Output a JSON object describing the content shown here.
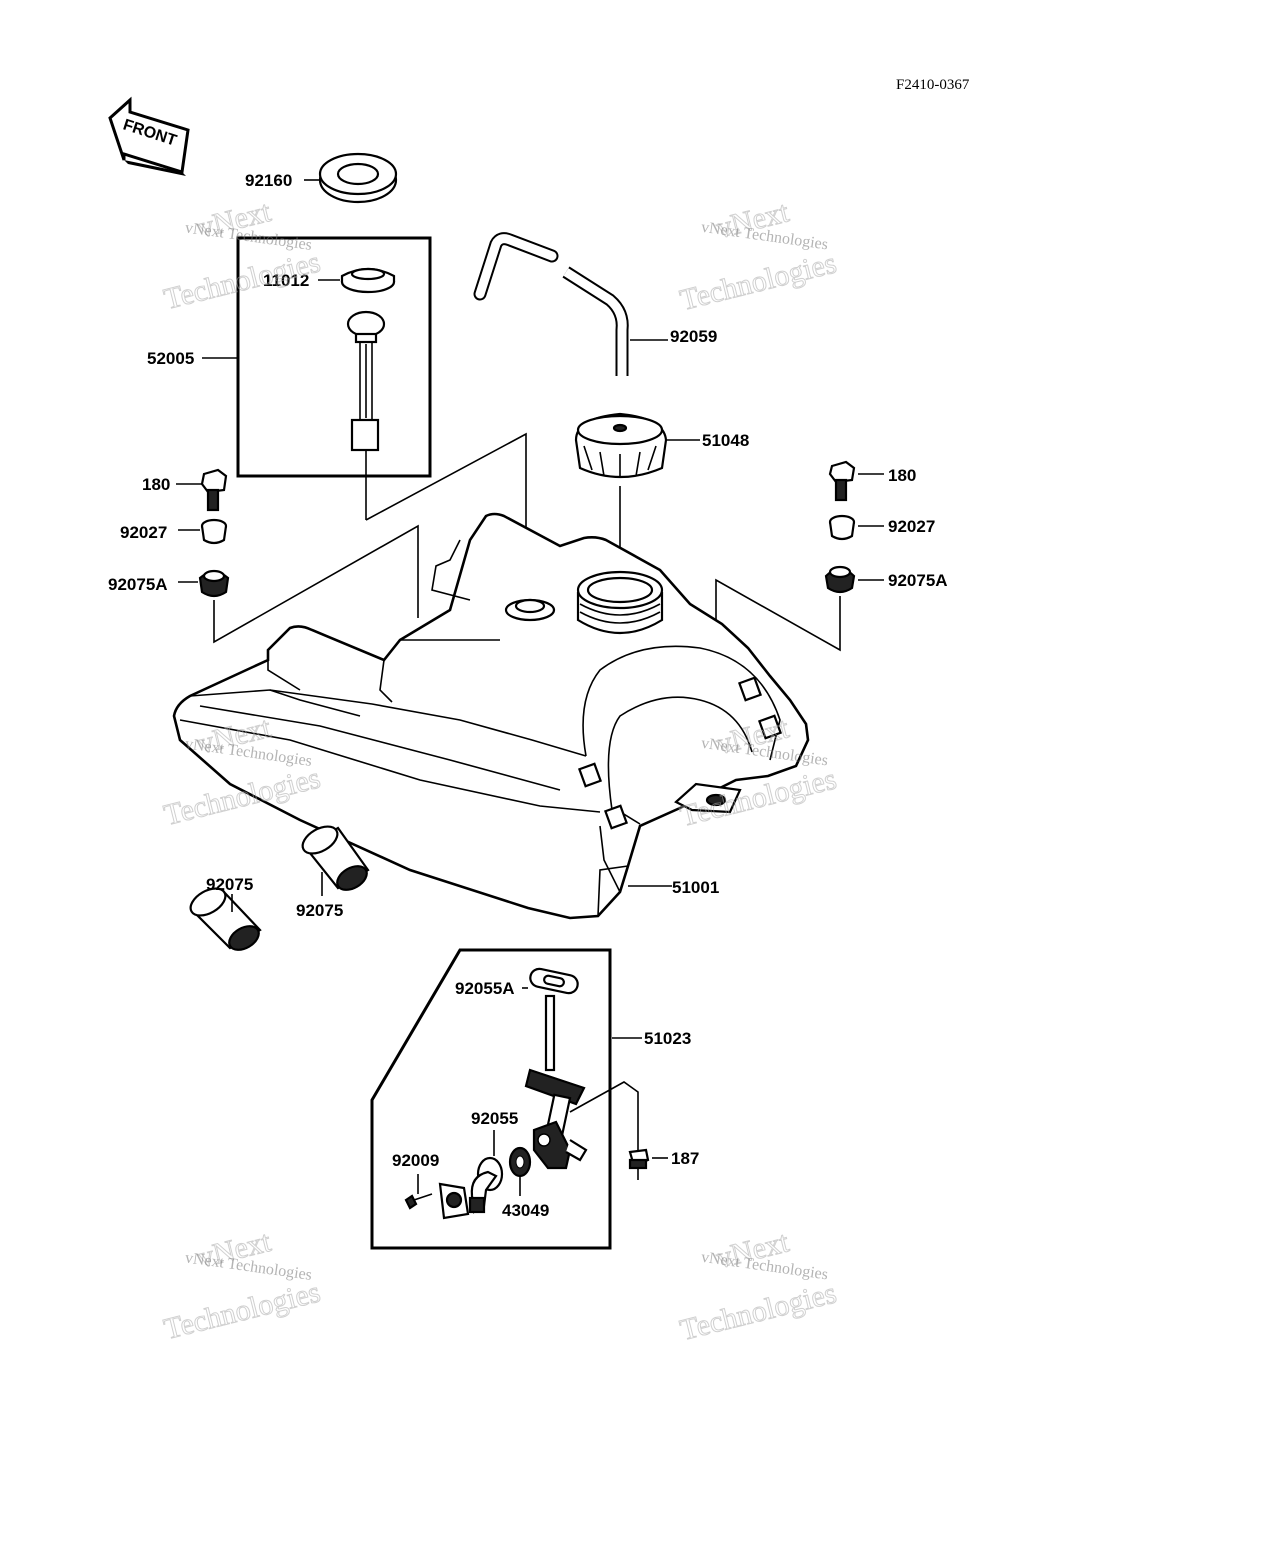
{
  "diagram": {
    "code": "F2410-0367",
    "front_arrow_text": "FRONT",
    "watermark_lines": [
      "vNext",
      "vNext Technologies",
      "Technologies"
    ],
    "labels": {
      "p92160": "92160",
      "p11012": "11012",
      "p52005": "52005",
      "p92059": "92059",
      "p51048": "51048",
      "p180_left": "180",
      "p92027_left": "92027",
      "p92075A_left": "92075A",
      "p180_right": "180",
      "p92027_right": "92027",
      "p92075A_right": "92075A",
      "p51001": "51001",
      "p92075_a": "92075",
      "p92075_b": "92075",
      "p92055A": "92055A",
      "p51023": "51023",
      "p92055": "92055",
      "p92009": "92009",
      "p43049": "43049",
      "p187": "187"
    }
  }
}
